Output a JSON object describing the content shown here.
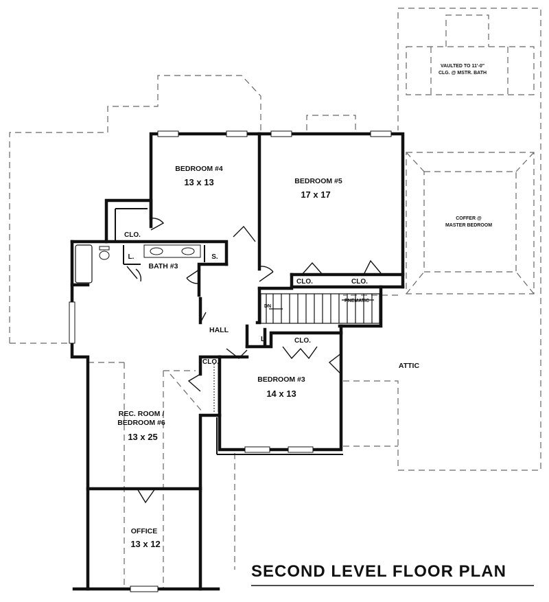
{
  "plan": {
    "title": "SECOND LEVEL FLOOR PLAN",
    "rooms": {
      "bedroom4": {
        "name": "BEDROOM #4",
        "size": "13 x 13"
      },
      "bedroom5": {
        "name": "BEDROOM #5",
        "size": "17 x 17"
      },
      "bedroom3": {
        "name": "BEDROOM #3",
        "size": "14 x 13"
      },
      "rec_room": {
        "name_line1": "REC. ROOM /",
        "name_line2": "BEDROOM #6",
        "size": "13 x 25"
      },
      "office": {
        "name": "OFFICE",
        "size": "13 x 12"
      },
      "bath3": {
        "name": "BATH #3"
      },
      "hall": {
        "name": "HALL"
      },
      "attic": {
        "name": "ATTIC"
      }
    },
    "closets": {
      "clo_bed4": "CLO.",
      "clo_bed5_left": "CLO.",
      "clo_bed5_right": "CLO.",
      "clo_bed3": "CLO.",
      "clo_hall": "CLO.",
      "linen_bath": "L.",
      "linen_hall": "L",
      "storage": "S."
    },
    "notes": {
      "vaulted_line1": "VAULTED TO 11'-0\"",
      "vaulted_line2": "CLG. @ MSTR. BATH",
      "coffer_line1": "COFFER @",
      "coffer_line2": "MASTER BEDROOM",
      "stair_note": "PNEMATIC",
      "stair_dn": "DN"
    }
  }
}
